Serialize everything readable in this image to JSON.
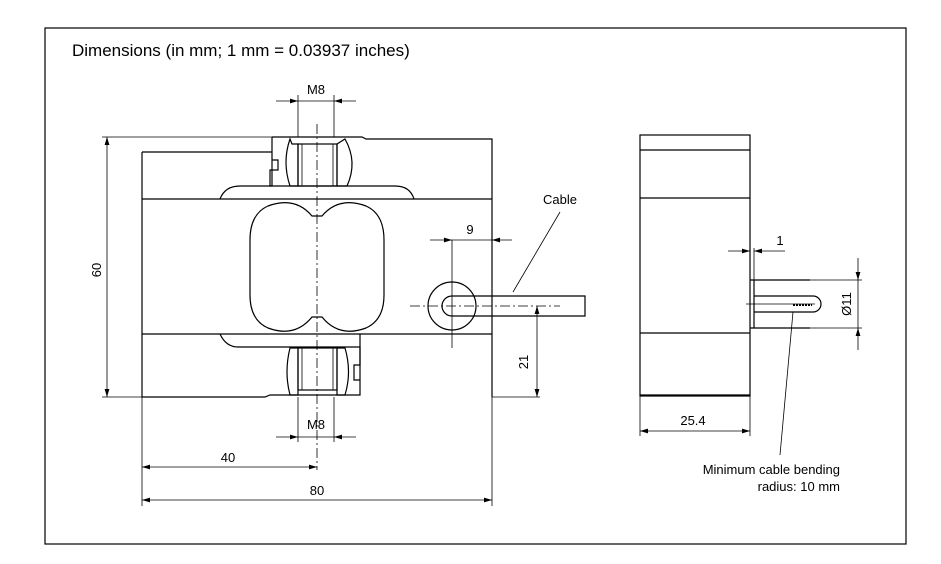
{
  "title": "Dimensions (in mm; 1 mm = 0.03937 inches)",
  "labels": {
    "m8_top": "M8",
    "m8_bottom": "M8",
    "height": "60",
    "half_width": "40",
    "width": "80",
    "cable_offset": "9",
    "cable_height": "21",
    "cable": "Cable",
    "gap": "1",
    "cable_diameter": "Ø11",
    "depth": "25.4",
    "bending_line1": "Minimum cable bending",
    "bending_line2": "radius: 10 mm"
  }
}
